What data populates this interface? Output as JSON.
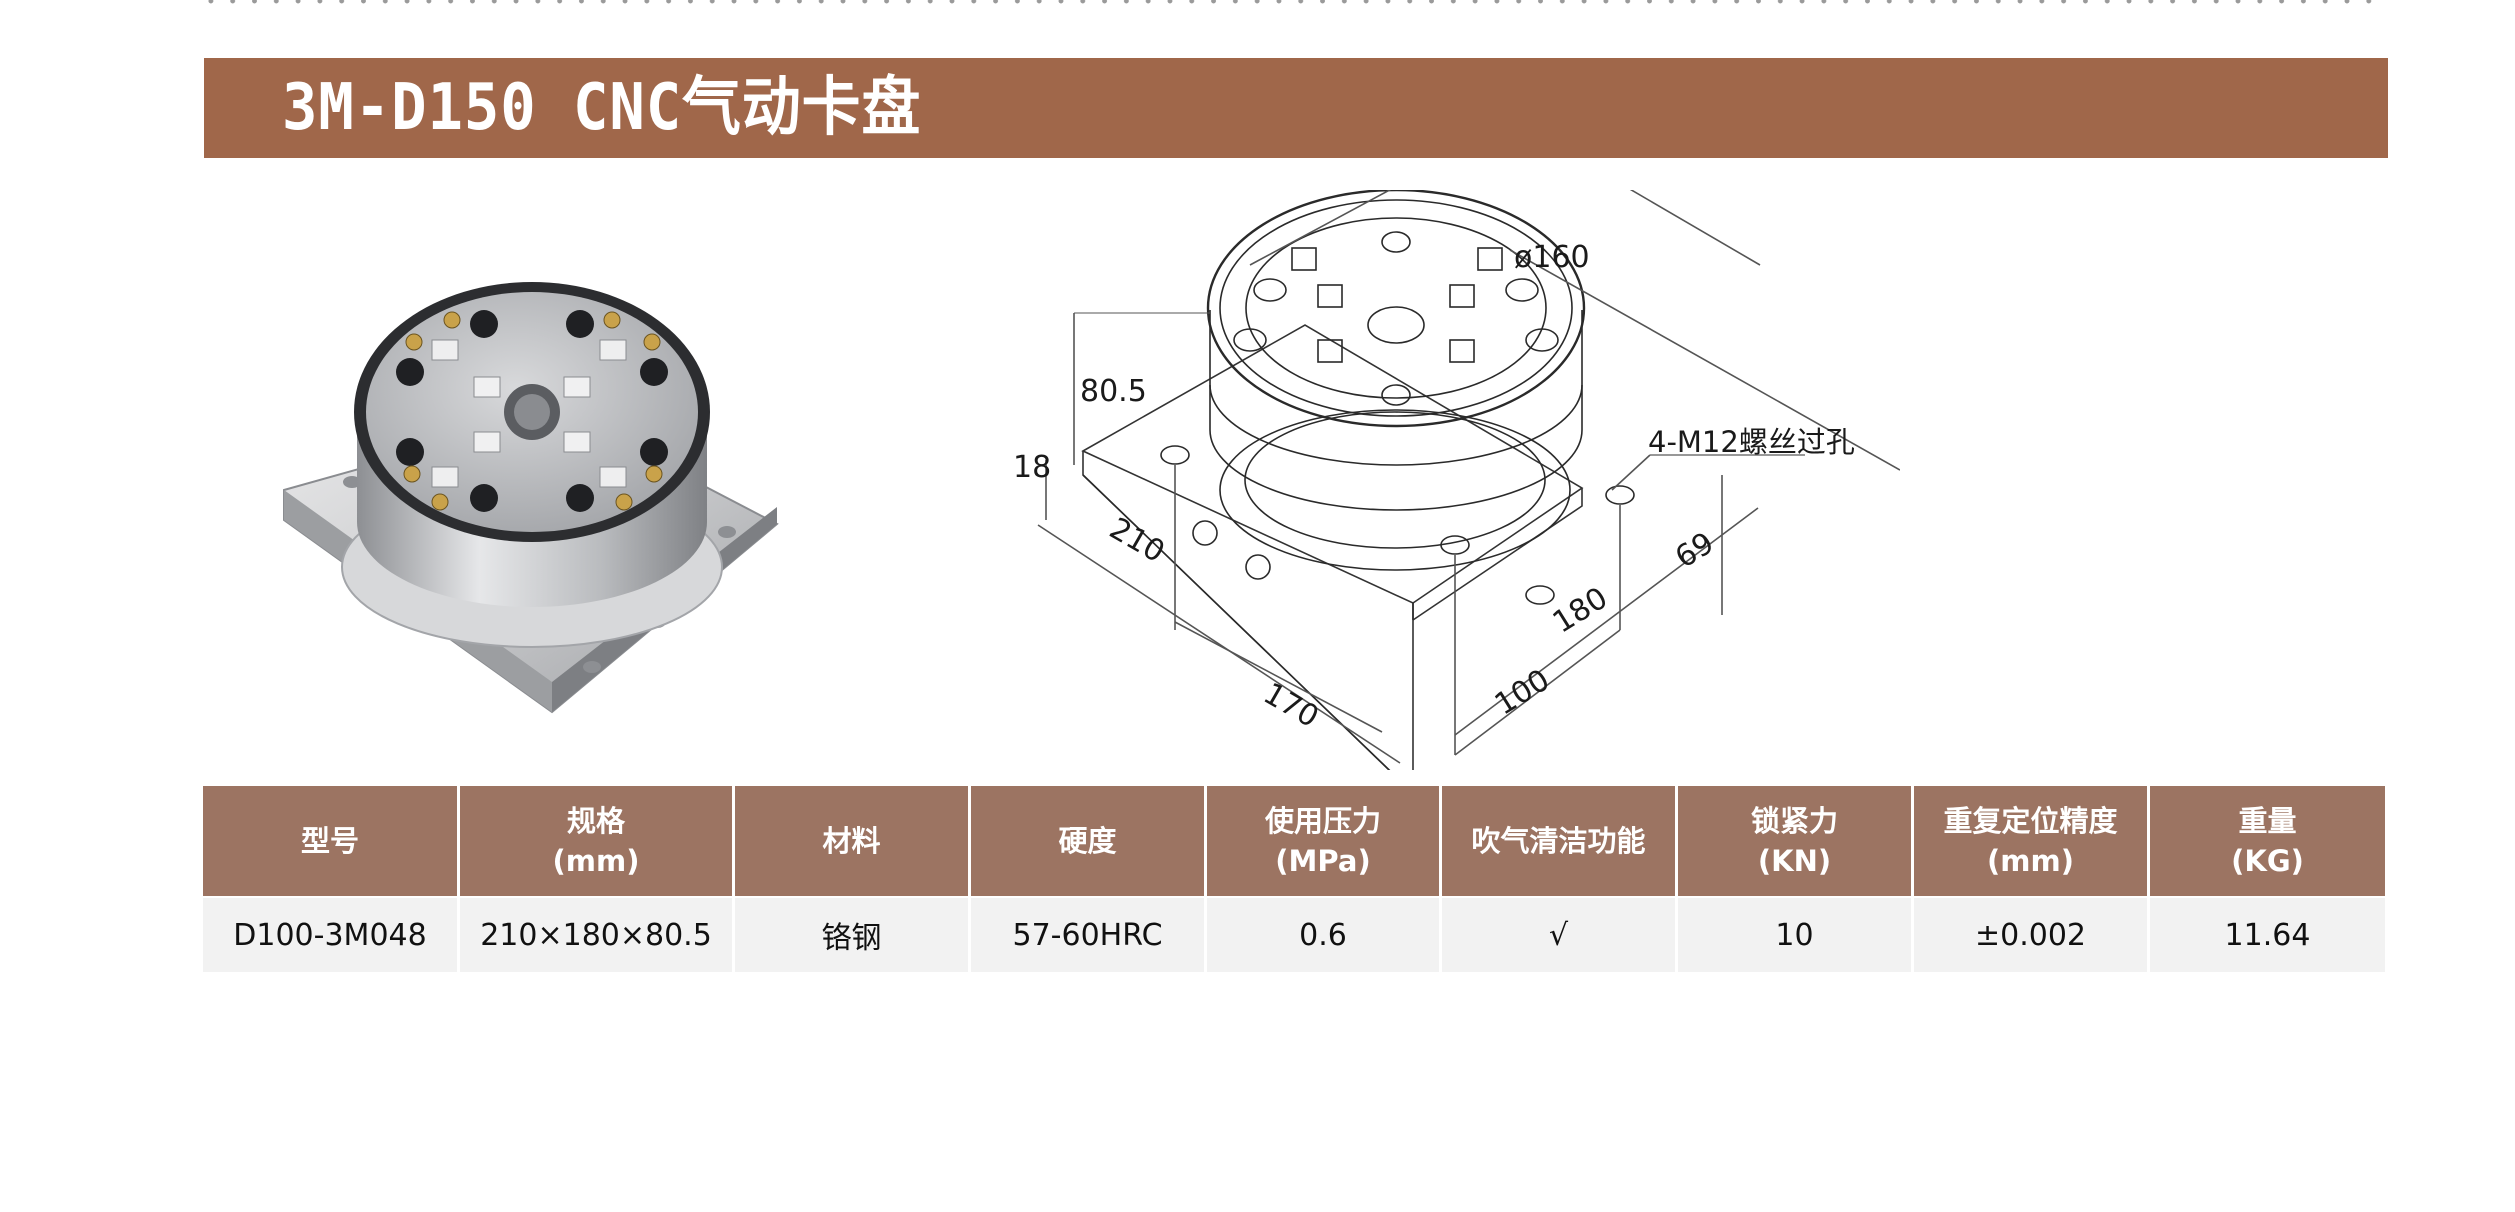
{
  "page": {
    "title": "3M-D150 CNC气动卡盘",
    "colors": {
      "banner": "#a0674a",
      "table_header": "#9c7462",
      "table_row": "#f2f2f2",
      "header_text": "#ffffff",
      "body_text": "#111111"
    }
  },
  "figures": {
    "photo": {
      "label": "product-render-pneumatic-chuck"
    },
    "drawing": {
      "label": "dimension-drawing",
      "dimensions": {
        "diameter": "ø160",
        "total_height": "80.5",
        "plate_thickness": "18",
        "plate_length": "210",
        "hole_spacing_long": "170",
        "plate_width": "180",
        "hole_spacing_short": "100",
        "side_offset": "69"
      },
      "callout": "4-M12螺丝过孔"
    }
  },
  "table": {
    "headers": [
      {
        "line1": "型号",
        "line2": ""
      },
      {
        "line1": "规格",
        "line2": "(mm)"
      },
      {
        "line1": "材料",
        "line2": ""
      },
      {
        "line1": "硬度",
        "line2": ""
      },
      {
        "line1": "使用压力",
        "line2": "(MPa)"
      },
      {
        "line1": "吹气清洁功能",
        "line2": ""
      },
      {
        "line1": "锁紧力",
        "line2": "(KN)"
      },
      {
        "line1": "重复定位精度",
        "line2": "(mm)"
      },
      {
        "line1": "重量",
        "line2": "(KG)"
      }
    ],
    "rows": [
      {
        "cells": [
          "D100-3M048",
          "210×180×80.5",
          "铬钢",
          "57-60HRC",
          "0.6",
          "√",
          "10",
          "±0.002",
          "11.64"
        ]
      }
    ]
  }
}
